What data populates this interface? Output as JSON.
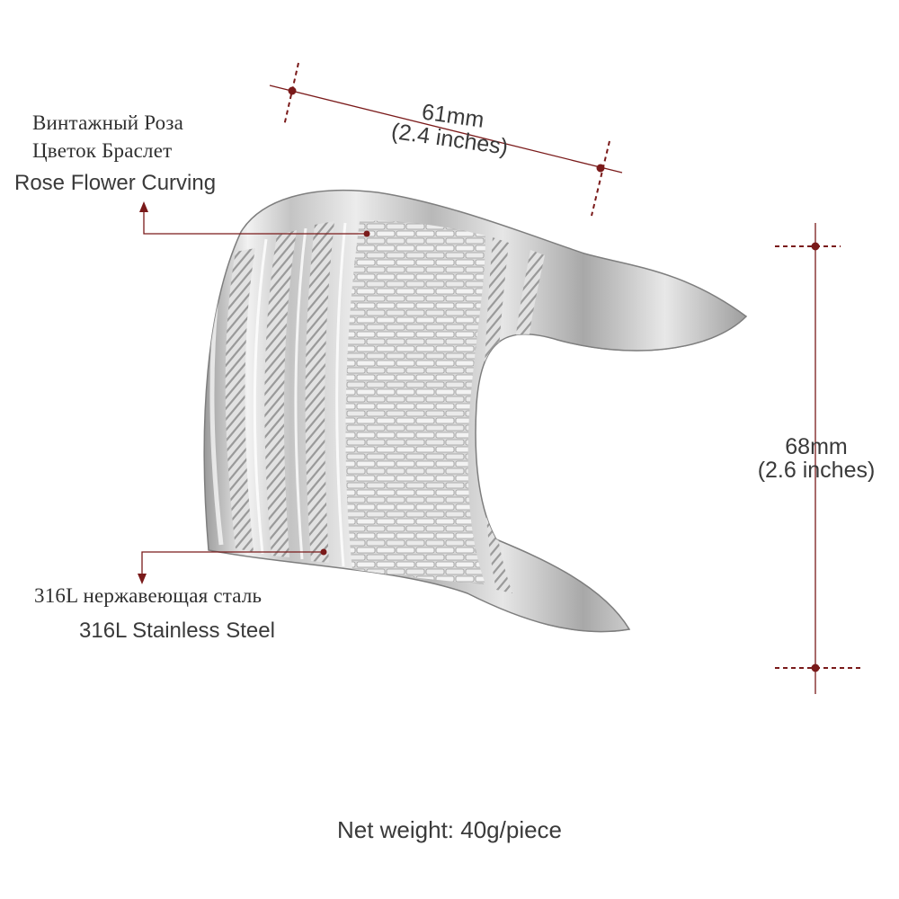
{
  "labels": {
    "feature": {
      "ru_line1": "Винтажный Роза",
      "ru_line2": "Цветок Браслет",
      "en": "Rose Flower Curving"
    },
    "material": {
      "ru": "316L нержавеющая сталь",
      "en": "316L Stainless Steel"
    }
  },
  "dimensions": {
    "width": {
      "mm": "61mm",
      "inches": "(2.4 inches)"
    },
    "height": {
      "mm": "68mm",
      "inches": "(2.6 inches)"
    }
  },
  "footer": {
    "weight": "Net weight: 40g/piece"
  },
  "colors": {
    "annotation_line": "#7a1a1a",
    "text": "#3a3a3a",
    "metal_light": "#f4f4f4",
    "metal_dark": "#8f8f8f"
  },
  "icons": [
    "arrow-up-icon",
    "arrow-down-icon",
    "dimension-dot-icon"
  ]
}
